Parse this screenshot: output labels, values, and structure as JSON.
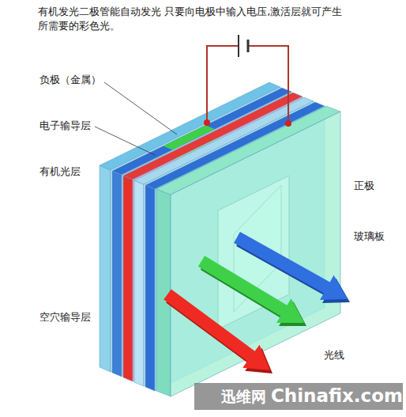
{
  "diagram": {
    "title": "有机发光二极管能自动发光 只要向电极中输入电压,激活层就可产生 所需要的彩色光。",
    "labels": [
      "负极（金属）",
      "电子输导层",
      "有机光层",
      "空穴输导层",
      "正极",
      "玻璃板",
      "光线",
      "迅维网",
      "Chinafix.com"
    ]
  }
}
